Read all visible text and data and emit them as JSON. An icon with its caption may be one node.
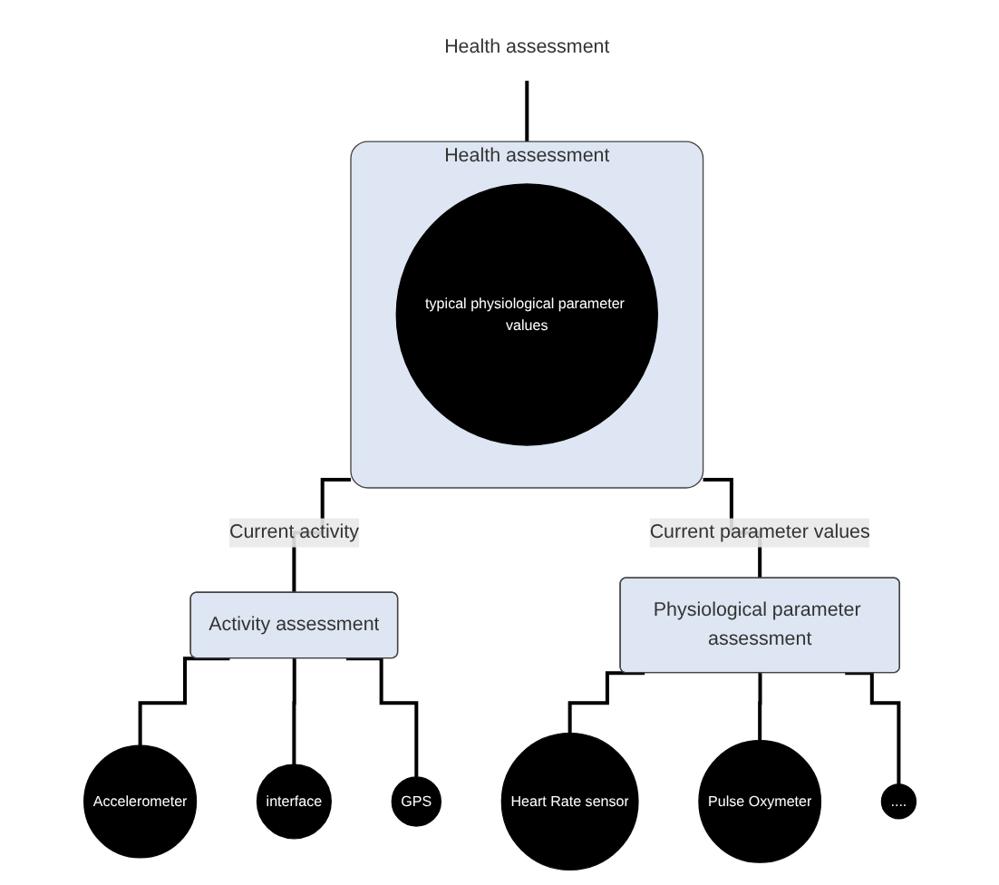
{
  "diagram": {
    "nodes": [
      {
        "text": [
          "Health assessment"
        ]
      },
      {
        "text": [
          "Health assessment"
        ]
      },
      {
        "text": [
          "typical physiological parameter values"
        ],
        "in": 1
      },
      {
        "text": [
          "Activity assessment"
        ]
      },
      {
        "text": [
          "Physiological parameter assessment"
        ]
      },
      {
        "text": [
          "Accelerometer"
        ]
      },
      {
        "text": [
          "interface"
        ]
      },
      {
        "text": [
          "GPS"
        ]
      },
      {
        "text": [
          "Heart Rate sensor"
        ]
      },
      {
        "text": [
          "Pulse Oxymeter"
        ]
      },
      {
        "text": [
          "...."
        ]
      }
    ],
    "edges": [
      {
        "from": 0,
        "to": 1,
        "arrow": "none"
      },
      {
        "from": 1,
        "to": 3,
        "arrow": "none",
        "label": "Current activity"
      },
      {
        "from": 1,
        "to": 4,
        "arrow": "none",
        "label": "Current parameter values"
      },
      {
        "from": 3,
        "to": 5,
        "arrow": "none"
      },
      {
        "from": 3,
        "to": 6,
        "arrow": "none"
      },
      {
        "from": 3,
        "to": 7,
        "arrow": "none"
      },
      {
        "from": 4,
        "to": 8,
        "arrow": "none"
      },
      {
        "from": 4,
        "to": 9,
        "arrow": "none"
      },
      {
        "from": 4,
        "to": 10,
        "arrow": "none"
      }
    ]
  }
}
